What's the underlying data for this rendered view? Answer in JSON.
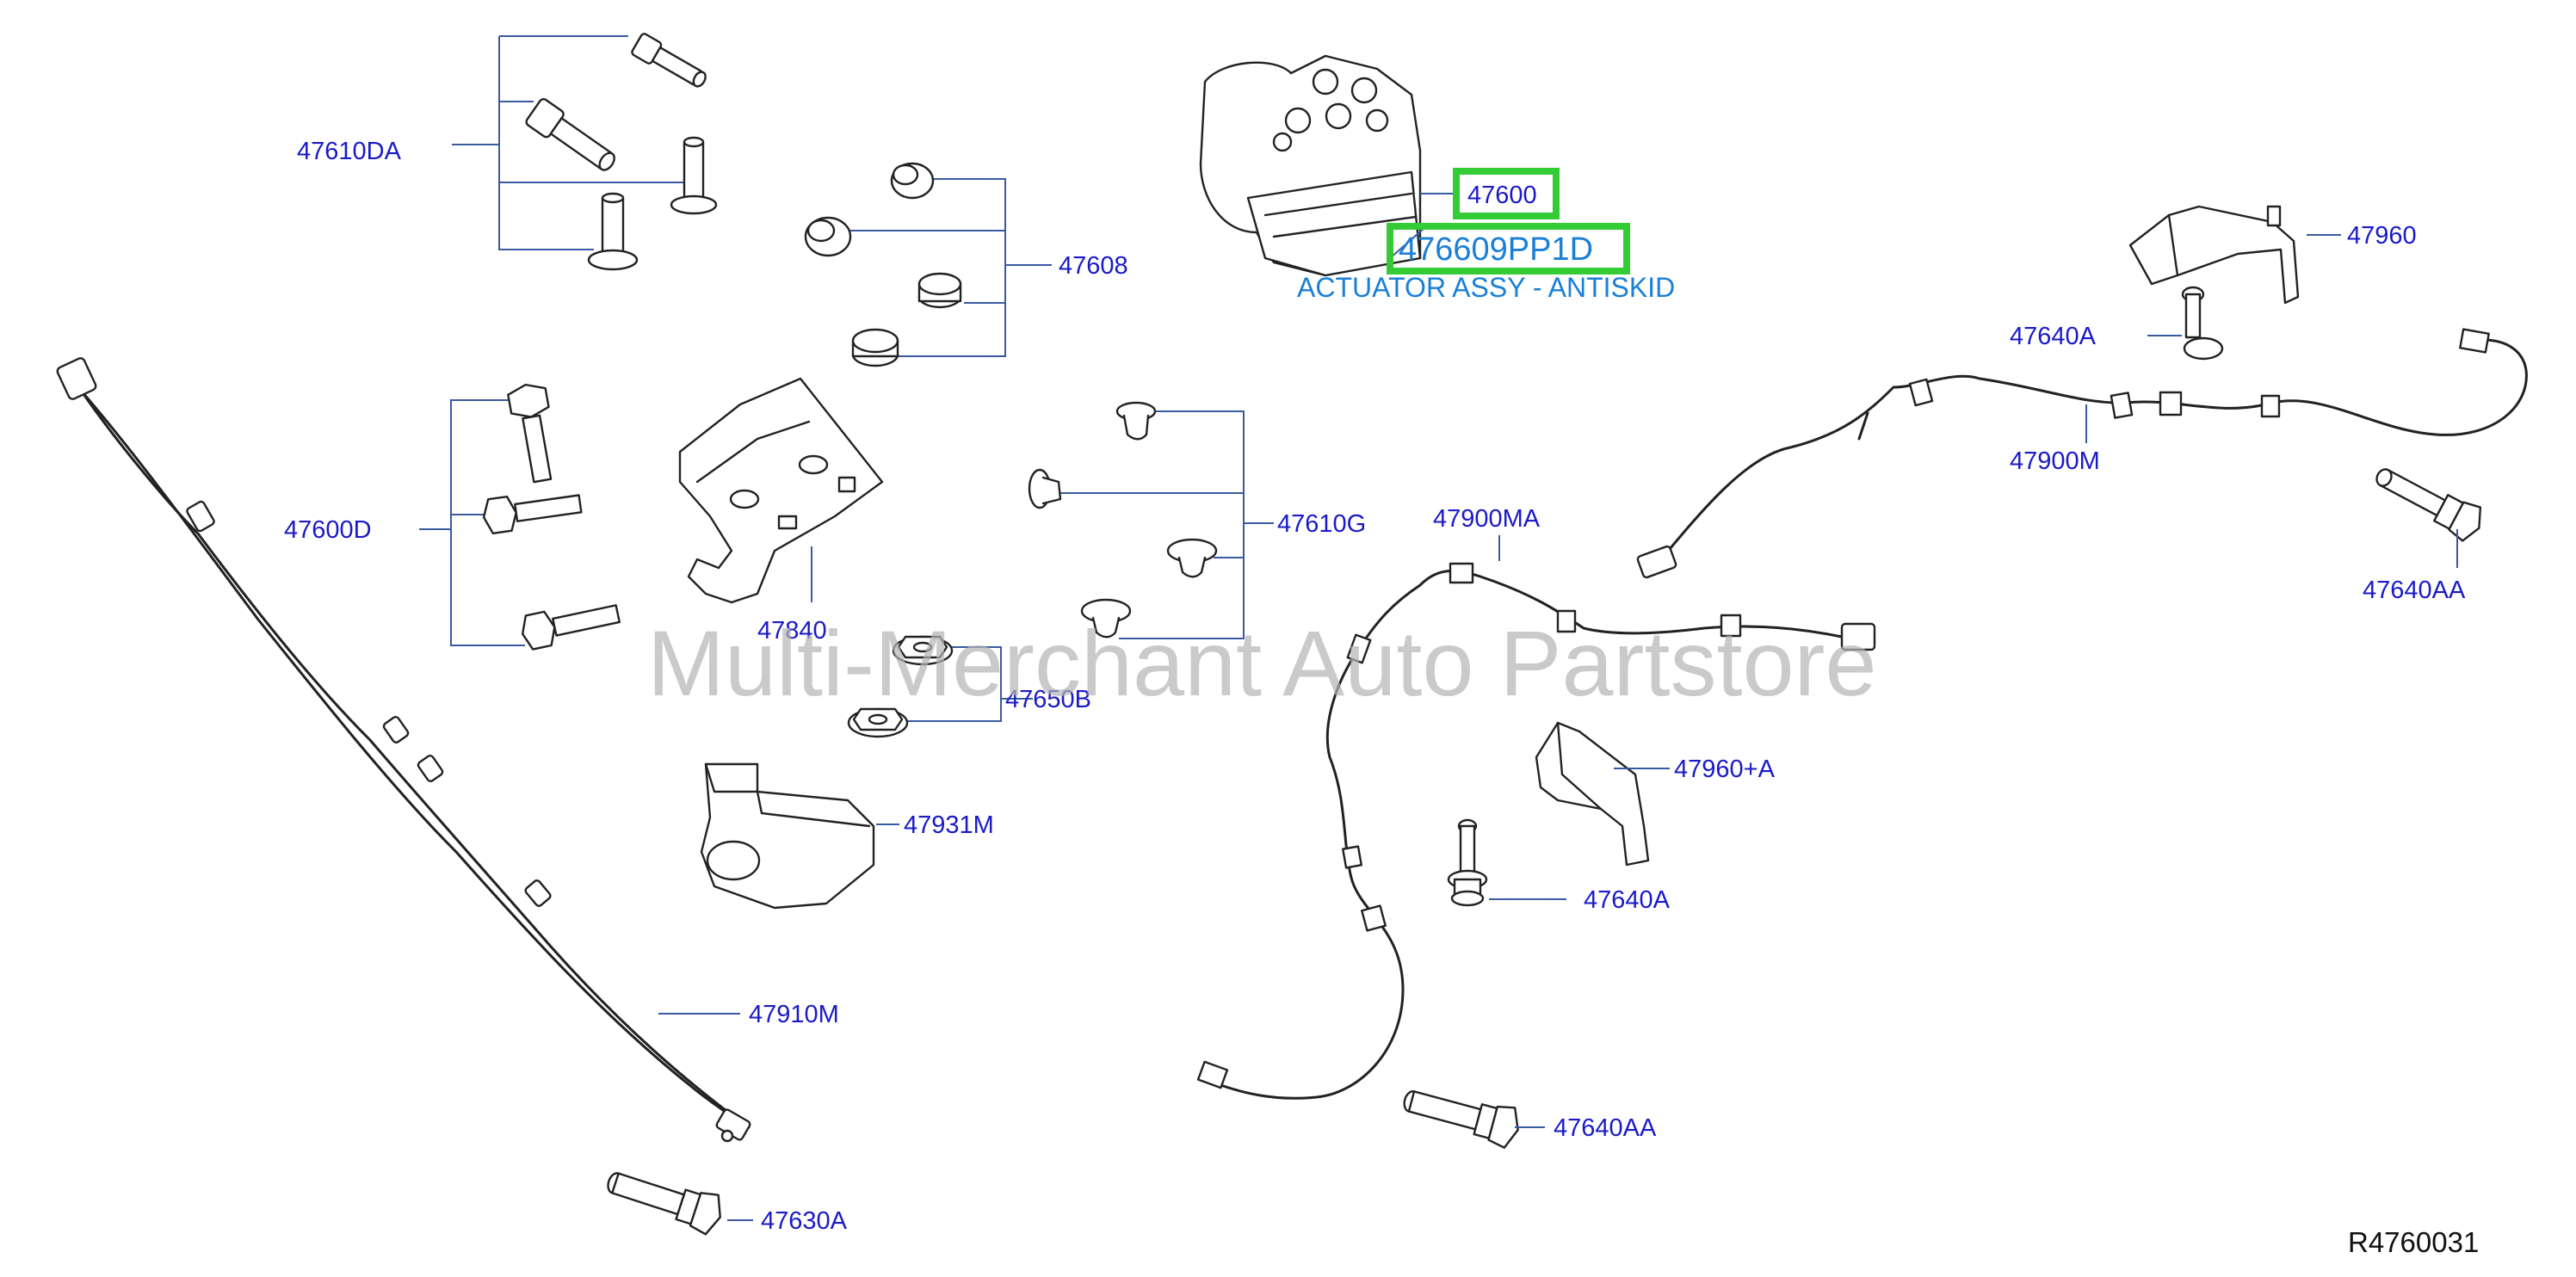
{
  "parts": {
    "p47610DA": "47610DA",
    "p47608": "47608",
    "p47600": "47600",
    "p476609PP1D": "476609PP1D",
    "actuator_desc": "ACTUATOR ASSY - ANTISKID",
    "p47960": "47960",
    "p47640A_top": "47640A",
    "p47900M": "47900M",
    "p47640AA_right": "47640AA",
    "p47600D": "47600D",
    "p47610G": "47610G",
    "p47900MA": "47900MA",
    "p47840": "47840",
    "p47650B": "47650B",
    "p47960A": "47960+A",
    "p47931M": "47931M",
    "p47640A_mid": "47640A",
    "p47910M": "47910M",
    "p47640AA_bottom": "47640AA",
    "p47630A": "47630A"
  },
  "watermark": "Multi-Merchant Auto Partstore",
  "reference": "R4760031",
  "colors": {
    "label": "#1a1ac8",
    "highlight_label": "#1a7fd6",
    "highlight_box": "#34cc34",
    "watermark": "#b4b4b4",
    "leader": "#3a5aa0"
  }
}
